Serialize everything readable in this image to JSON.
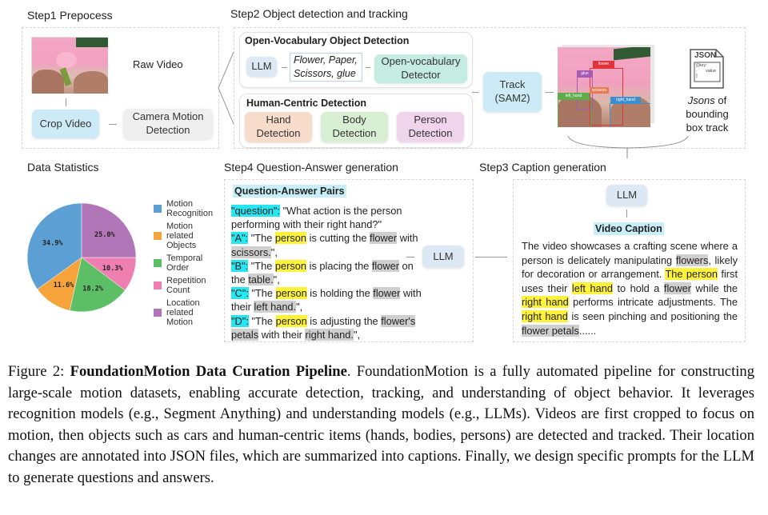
{
  "step1": {
    "title": "Step1  Prepocess",
    "raw_video_label": "Raw Video",
    "crop_video": "Crop Video",
    "camera_motion": "Camera Motion Detection",
    "colors": {
      "crop": "#cdeaf7",
      "camera": "#efefef"
    }
  },
  "step2": {
    "title": "Step2  Object detection and tracking",
    "open_vocab": {
      "title": "Open-Vocabulary Object Detection",
      "llm": "LLM",
      "objects_line1": "Flower, Paper,",
      "objects_line2": "Scissors, glue",
      "detector": "Open-vocabulary Detector"
    },
    "human_centric": {
      "title": "Human-Centric Detection",
      "hand": "Hand Detection",
      "body": "Body Detection",
      "person": "Person Detection"
    },
    "track": "Track (SAM2)",
    "bbox_labels": [
      "flower",
      "glue",
      "scissors",
      "left_hand",
      "right_hand"
    ],
    "json_icon": {
      "title": "JSON",
      "content_line1": "{{key:",
      "content_line2": "value",
      "content_line3": "}"
    },
    "json_caption_italic": "Jsons",
    "json_caption_rest": " of bounding box track"
  },
  "stats": {
    "title": "Data Statistics"
  },
  "chart_data": {
    "type": "pie",
    "title": "Data Statistics",
    "categories": [
      "Motion Recognition",
      "Motion related Objects",
      "Temporal Order",
      "Repetition Count",
      "Location related Motion"
    ],
    "values": [
      34.9,
      11.6,
      18.2,
      10.3,
      25.0
    ],
    "labels": [
      "34.9%",
      "11.6%",
      "18.2%",
      "10.3%",
      "25.0%"
    ],
    "colors": [
      "#5b9fd4",
      "#f5a33a",
      "#5cbf66",
      "#ef7fb0",
      "#b176b8"
    ],
    "legend_position": "right"
  },
  "step4": {
    "title": "Step4  Question-Answer generation",
    "qa_title": "Question-Answer Pairs",
    "llm": "LLM",
    "question_key": "\"question\":",
    "question_text": " \"What action is the person performing with their right hand?\"",
    "options": [
      {
        "key": "\"A\":",
        "pre": " \"The ",
        "person": "person",
        "mid": " is cutting the ",
        "obj1": "flower",
        "mid2": " with ",
        "obj2": "scissors.",
        "end": "\","
      },
      {
        "key": "\"B\":",
        "pre": " \"The ",
        "person": "person",
        "mid": " is placing the ",
        "obj1": "flower",
        "mid2": " on the ",
        "obj2": "table.",
        "end": "\","
      },
      {
        "key": "\"C\":",
        "pre": " \"The ",
        "person": "person",
        "mid": " is holding the ",
        "obj1": "flower",
        "mid2": " with their ",
        "obj2": "left hand.",
        "end": "\","
      },
      {
        "key": "\"D\":",
        "pre": " \"The ",
        "person": "person",
        "mid": " is adjusting the ",
        "obj1": "flower's petals",
        "mid2": " with their ",
        "obj2": "right hand.",
        "end": "\","
      }
    ]
  },
  "step3": {
    "title": "Step3  Caption generation",
    "llm": "LLM",
    "caption_title": "Video Caption",
    "caption_parts": [
      {
        "t": "The video showcases a crafting scene where a person is delicately manipulating ",
        "h": ""
      },
      {
        "t": "flowers",
        "h": "gray"
      },
      {
        "t": ", likely for decoration or arrangement. ",
        "h": ""
      },
      {
        "t": "The person",
        "h": "yellow"
      },
      {
        "t": " first uses their ",
        "h": ""
      },
      {
        "t": "left hand",
        "h": "yellow"
      },
      {
        "t": " to hold a ",
        "h": ""
      },
      {
        "t": "flower",
        "h": "gray"
      },
      {
        "t": " while the ",
        "h": ""
      },
      {
        "t": "right hand",
        "h": "yellow"
      },
      {
        "t": " performs intricate adjustments. The ",
        "h": ""
      },
      {
        "t": "right hand",
        "h": "yellow"
      },
      {
        "t": " is seen pinching and positioning the ",
        "h": ""
      },
      {
        "t": "flower petals",
        "h": "gray"
      },
      {
        "t": "......",
        "h": ""
      }
    ]
  },
  "figure_caption": {
    "label": "Figure 2: ",
    "bold": "FoundationMotion Data Curation Pipeline",
    "text": ".  FoundationMotion is a fully automated pipeline for constructing large-scale motion datasets, enabling accurate detection, tracking, and understanding of object behavior. It leverages recognition models (e.g., Segment Anything) and understanding models (e.g., LLMs). Videos are first cropped to focus on motion, then objects such as cars and human-centric items (hands, bodies, persons) are detected and tracked. Their location changes are annotated into JSON files, which are summarized into captions.  Finally, we design specific prompts for the LLM to generate questions and answers."
  }
}
